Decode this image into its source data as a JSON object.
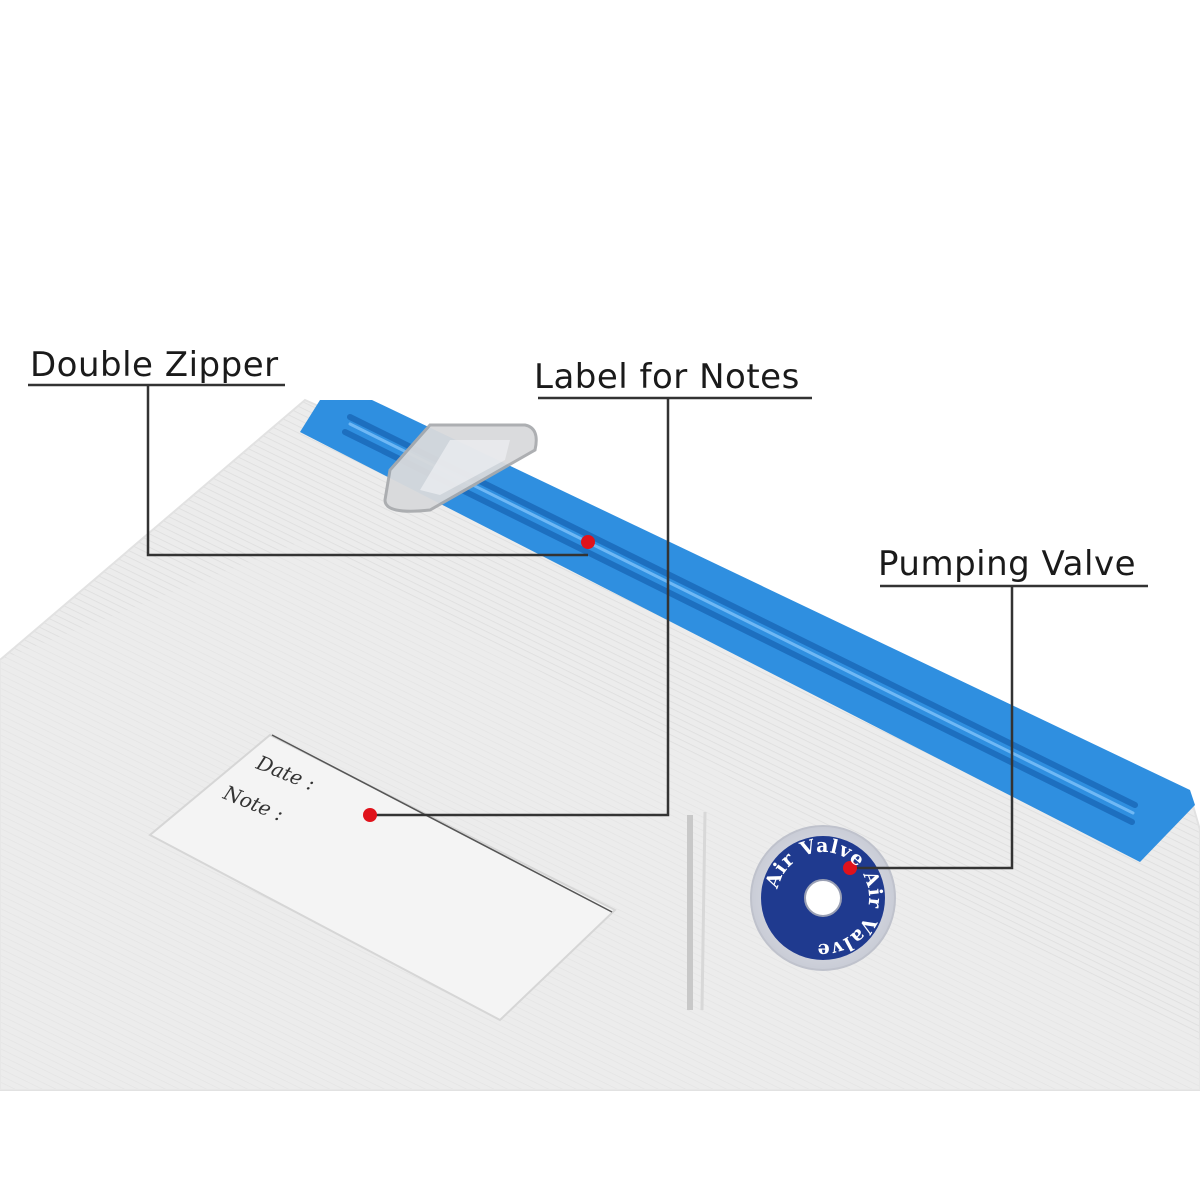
{
  "callouts": {
    "double_zipper": "Double Zipper",
    "label_for_notes": "Label for Notes",
    "pumping_valve": "Pumping Valve"
  },
  "note_label": {
    "date": "Date :",
    "note": "Note :"
  },
  "valve": {
    "text": "Air Valve Air Valve"
  },
  "colors": {
    "zipper_blue": "#2f8fe0",
    "valve_blue": "#1f3a8f",
    "marker_red": "#e0121b",
    "leader_line": "#333333"
  }
}
